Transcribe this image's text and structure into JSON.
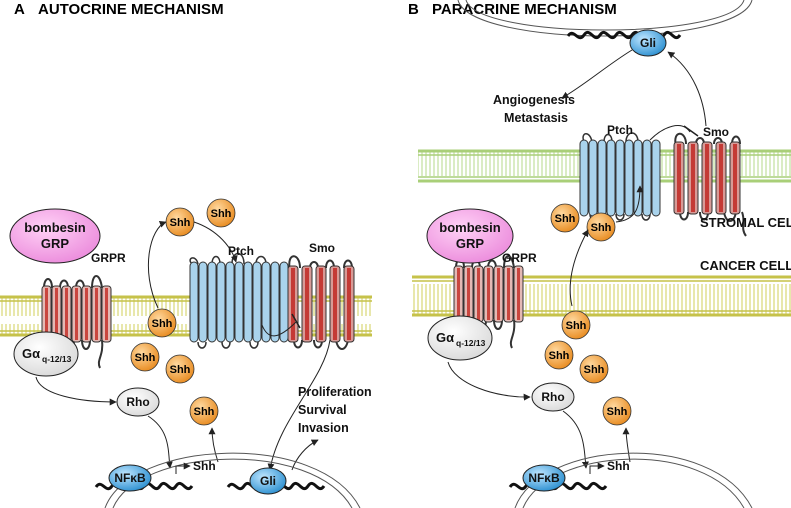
{
  "panel_a": {
    "letter": "A",
    "title": "AUTOCRINE MECHANISM",
    "ligand_line1": "bombesin",
    "ligand_line2": "GRP",
    "receptor": "GRPR",
    "g_protein_main": "Gα",
    "g_protein_sub": "q-12/13",
    "rho": "Rho",
    "ptch": "Ptch",
    "smo": "Smo",
    "shh": "Shh",
    "nfkb": "NFκB",
    "gene_shh": "Shh",
    "gli": "Gli",
    "outcomes": [
      "Proliferation",
      "Survival",
      "Invasion"
    ]
  },
  "panel_b": {
    "letter": "B",
    "title": "PARACRINE MECHANISM",
    "gli": "Gli",
    "outcomes": [
      "Angiogenesis",
      "Metastasis"
    ],
    "ptch": "Ptch",
    "smo": "Smo",
    "stromal_cell": "STROMAL CELL",
    "cancer_cell": "CANCER CELL",
    "ligand_line1": "bombesin",
    "ligand_line2": "GRP",
    "receptor": "GRPR",
    "g_protein_main": "Gα",
    "g_protein_sub": "q-12/13",
    "rho": "Rho",
    "shh": "Shh",
    "nfkb": "NFκB",
    "gene_shh": "Shh"
  },
  "colors": {
    "membrane": "#c8c64a",
    "membrane_green": "#a9cf78",
    "grpr_helix": "#e4b9b4",
    "smo_helix": "#d89a96",
    "ptch_helix": "#a9d3ec",
    "bombesin": "#f19ae3",
    "shh": "#f0a23c",
    "gli": "#3f9fd8",
    "nfkb": "#2d8fd2"
  }
}
